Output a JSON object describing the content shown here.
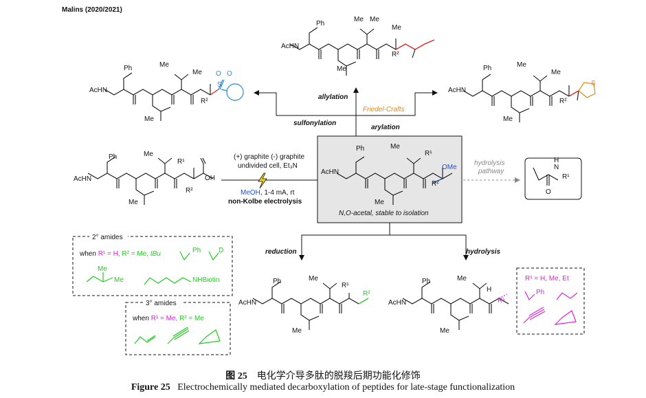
{
  "header": {
    "title": "Malins (2020/2021)"
  },
  "reactions": {
    "allylation": "allylation",
    "sulfonylation": "sulfonylation",
    "friedel": "Friedel-Crafts",
    "arylation": "arylation",
    "reduction": "reduction",
    "hydrolysis": "hydrolysis",
    "hydrolysis_pathway_1": "hydrolysis",
    "hydrolysis_pathway_2": "pathway"
  },
  "conditions": {
    "line1": "(+) graphite (-) graphite",
    "line2": "undivided cell, Et₃N",
    "line3_blue": "MeOH",
    "line3_rest": ", 1-4 mA, rt",
    "line4": "non-Kolbe electrolysis"
  },
  "center": {
    "note": "N,O-acetal, stable to isolation",
    "ome": "OMe"
  },
  "labels": {
    "achn": "AcHN",
    "ph": "Ph",
    "me": "Me",
    "r1": "R¹",
    "r2": "R²",
    "n": "N",
    "h": "H",
    "o": "O",
    "oh": "OH",
    "s": "S"
  },
  "box_2amides": {
    "title": "2° amides",
    "when": "when ",
    "r1": "R¹ = H,",
    "r2": " R² = Me, ",
    "tbu": "tBu",
    "ph": "Ph",
    "d": "D",
    "me": "Me",
    "nhbiotin": "NHBiotin"
  },
  "box_3amides": {
    "title": "3° amides",
    "when": "when ",
    "r1": "R¹ = Me,",
    "r2": " R² = Me"
  },
  "box_right": {
    "title": "R¹ = H, Me, Et",
    "ph": "Ph"
  },
  "captions": {
    "cn_label": "图 25",
    "cn_text": "电化学介导多肽的脱羧后期功能化修饰",
    "en_label": "Figure 25",
    "en_text": "Electrochemically mediated decarboxylation of peptides for late-stage functionalization"
  },
  "colors": {
    "red": "#e0201c",
    "blue": "#1a4fd6",
    "magenta": "#e020e0",
    "green": "#22cc22",
    "orange": "#e08a10",
    "center_bg": "#e6e6e6",
    "sky": "#2a8ad8",
    "yellow": "#f2d21b"
  }
}
